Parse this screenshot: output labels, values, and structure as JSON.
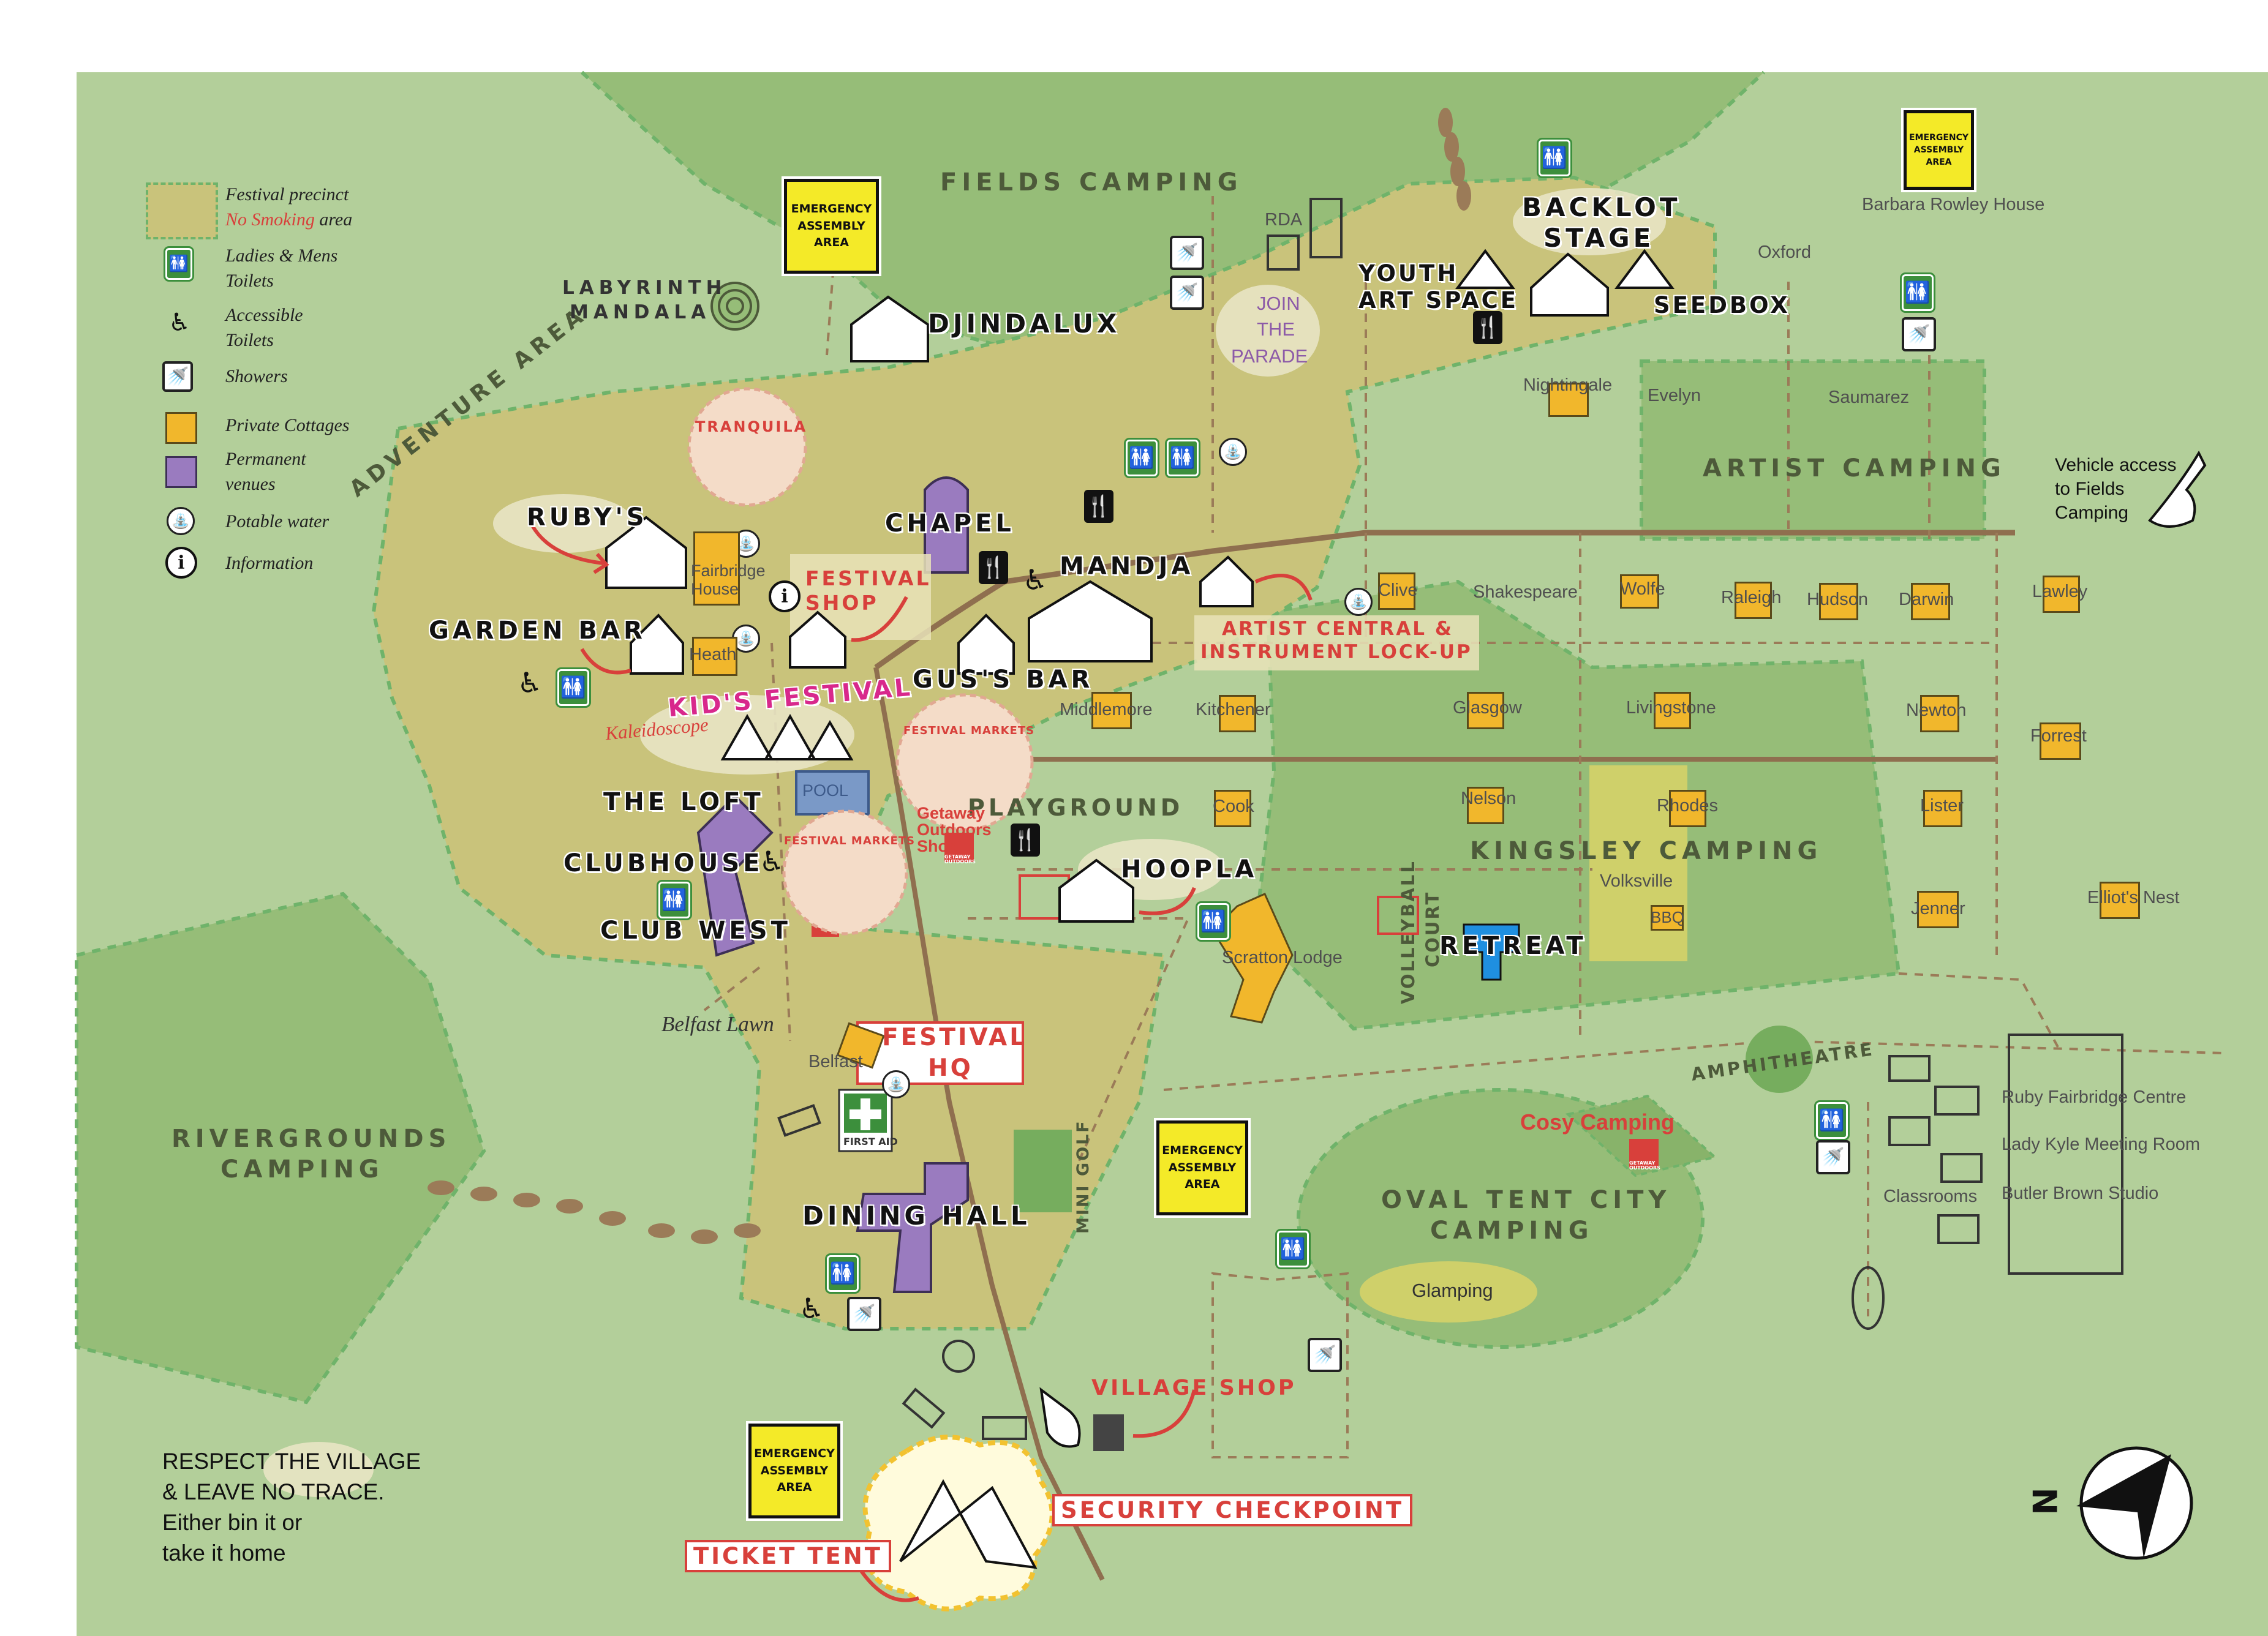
{
  "legend": {
    "precinct_line1": "Festival precinct",
    "precinct_no_smoking": "No Smoking",
    "precinct_area": "area",
    "toilets_l1": "Ladies & Mens",
    "toilets_l2": "Toilets",
    "accessible_l1": "Accessible",
    "accessible_l2": "Toilets",
    "showers": "Showers",
    "cottages": "Private Cottages",
    "venues_l1": "Permanent",
    "venues_l2": "venues",
    "water": "Potable water",
    "info": "Information"
  },
  "zones": {
    "fields_camping": "FIELDS CAMPING",
    "artist_camping": "ARTIST CAMPING",
    "kingsley_camping": "KINGSLEY CAMPING",
    "oval_l1": "OVAL TENT CITY",
    "oval_l2": "CAMPING",
    "rivergrounds_l1": "RIVERGROUNDS",
    "rivergrounds_l2": "CAMPING",
    "adventure": "ADVENTURE AREA",
    "amphitheatre": "AMPHITHEATRE",
    "volleyball": "VOLLEYBALL",
    "court": "COURT",
    "mini_golf": "MINI GOLF",
    "playground": "PLAYGROUND",
    "labyrinth_l1": "LABYRINTH",
    "labyrinth_l2": "MANDALA",
    "glamping": "Glamping",
    "cosy_camping": "Cosy Camping",
    "belfast_lawn": "Belfast Lawn",
    "kaleidoscope": "Kaleidoscope"
  },
  "venues": {
    "djindalux": "DJINDALUX",
    "backlot_l1": "BACKLOT",
    "backlot_l2": "STAGE",
    "youth_l1": "YOUTH",
    "youth_l2": "ART SPACE",
    "seedbox": "SEEDBOX",
    "rubys": "RUBY'S",
    "garden_bar": "GARDEN BAR",
    "chapel": "CHAPEL",
    "mandja": "MANDJA",
    "gus_bar": "GUS'S BAR",
    "kids_festival": "KID'S FESTIVAL",
    "the_loft": "THE LOFT",
    "clubhouse": "CLUBHOUSE",
    "club_west": "CLUB WEST",
    "hoopla": "HOOPLA",
    "retreat": "RETREAT",
    "dining_hall": "DINING HALL",
    "tranquila": "TRANQUILA",
    "festival_markets": "FESTIVAL MARKETS",
    "join_l1": "JOIN",
    "join_l2": "THE",
    "join_l3": "PARADE",
    "pool": "POOL"
  },
  "red_labels": {
    "festival_shop_l1": "FESTIVAL",
    "festival_shop_l2": "SHOP",
    "artist_central_l1": "ARTIST CENTRAL &",
    "artist_central_l2": "INSTRUMENT LOCK-UP",
    "festival_hq_l1": "FESTIVAL",
    "festival_hq_l2": "HQ",
    "village_shop": "VILLAGE SHOP",
    "security": "SECURITY CHECKPOINT",
    "ticket_tent": "TICKET TENT",
    "getaway_l1": "Getaway",
    "getaway_l2": "Outdoors",
    "getaway_l3": "Shop",
    "getaway_logo_l1": "GETAWAY",
    "getaway_logo_l2": "OUTDOORS"
  },
  "emergency": {
    "line1": "EMERGENCY",
    "line2": "ASSEMBLY",
    "line3": "AREA"
  },
  "places": {
    "rda": "RDA",
    "barbara": "Barbara Rowley House",
    "oxford": "Oxford",
    "nightingale": "Nightingale",
    "evelyn": "Evelyn",
    "saumarez": "Saumarez",
    "fairbridge_l1": "Fairbridge",
    "fairbridge_l2": "House",
    "heath": "Heath",
    "clive": "Clive",
    "shakespeare": "Shakespeare",
    "wolfe": "Wolfe",
    "raleigh": "Raleigh",
    "hudson": "Hudson",
    "darwin": "Darwin",
    "lawley": "Lawley",
    "middlemore": "Middlemore",
    "kitchener": "Kitchener",
    "glasgow": "Glasgow",
    "livingstone": "Livingstone",
    "newton": "Newton",
    "forrest": "Forrest",
    "cook": "Cook",
    "nelson": "Nelson",
    "rhodes": "Rhodes",
    "lister": "Lister",
    "volksville": "Volksville",
    "bbq": "BBQ",
    "jenner": "Jenner",
    "elliots_nest": "Elliot's Nest",
    "scratton": "Scratton Lodge",
    "belfast": "Belfast",
    "first_aid": "FIRST AID",
    "ruby_centre": "Ruby Fairbridge Centre",
    "lady_kyle": "Lady Kyle Meeting Room",
    "butler_brown": "Butler Brown Studio",
    "classrooms": "Classrooms",
    "vehicle_l1": "Vehicle access",
    "vehicle_l2": "to Fields",
    "vehicle_l3": "Camping"
  },
  "notice": {
    "line1": "RESPECT THE VILLAGE",
    "line2": "& LEAVE NO TRACE.",
    "line3": "Either bin it or",
    "line4": "take it home"
  },
  "compass": {
    "north": "N"
  },
  "colors": {
    "grass": "#b3cf9a",
    "field": "#96bd78",
    "precinct": "#c9c37b",
    "path": "#9b7b58",
    "road": "#8f6f4f",
    "dashed": "#6fb36a",
    "cottage": "#f1b72c",
    "venue": "#9a7bbf",
    "red": "#d8403b",
    "yellow": "#f4ea28",
    "toilet_green": "#3c8f3c"
  }
}
